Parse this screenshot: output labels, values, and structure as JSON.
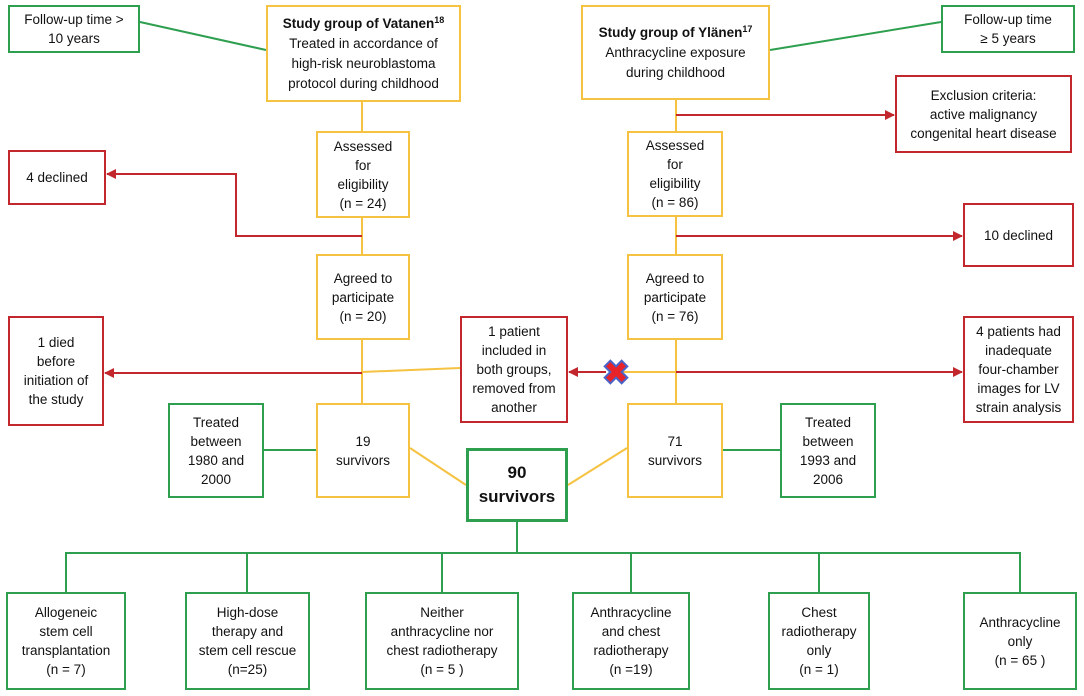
{
  "diagram": {
    "follow_up_left": {
      "lines": [
        "Follow-up time >",
        "10 years"
      ]
    },
    "vatanen": {
      "title": "Study group of Vatanen",
      "ref": "18",
      "lines": [
        "Treated in accordance of",
        "high-risk neuroblastoma",
        "protocol during childhood"
      ]
    },
    "ylanen": {
      "title": "Study group of Ylänen",
      "ref": "17",
      "lines": [
        "Anthracycline exposure",
        "during childhood"
      ]
    },
    "follow_up_right": {
      "lines": [
        "Follow-up time",
        "≥ 5 years"
      ]
    },
    "exclusion": {
      "lines": [
        "Exclusion criteria:",
        "active malignancy",
        "congenital heart disease"
      ]
    },
    "left_assessed": {
      "lines": [
        "Assessed",
        "for",
        "eligibility",
        "(n = 24)"
      ]
    },
    "right_assessed": {
      "lines": [
        "Assessed",
        "for",
        "eligibility",
        "(n = 86)"
      ]
    },
    "left_declined": {
      "lines": [
        "4 declined"
      ]
    },
    "right_declined": {
      "lines": [
        "10 declined"
      ]
    },
    "left_agreed": {
      "lines": [
        "Agreed to",
        "participate",
        "(n = 20)"
      ]
    },
    "right_agreed": {
      "lines": [
        "Agreed to",
        "participate",
        "(n = 76)"
      ]
    },
    "died": {
      "lines": [
        "1 died",
        "before",
        "initiation of",
        "the study"
      ]
    },
    "duplicate": {
      "lines": [
        "1 patient",
        "included in",
        "both groups,",
        "removed from",
        "another"
      ]
    },
    "inadequate": {
      "lines": [
        "4 patients had",
        "inadequate",
        "four-chamber",
        "images for LV",
        "strain analysis"
      ]
    },
    "left_treated": {
      "lines": [
        "Treated",
        "between",
        "1980 and",
        "2000"
      ]
    },
    "right_treated": {
      "lines": [
        "Treated",
        "between",
        "1993 and",
        "2006"
      ]
    },
    "left_survivors": {
      "lines": [
        "19",
        "survivors"
      ]
    },
    "right_survivors": {
      "lines": [
        "71",
        "survivors"
      ]
    },
    "total": {
      "lines": [
        "90",
        "survivors"
      ]
    },
    "groups": [
      {
        "lines": [
          "Allogeneic",
          "stem cell",
          "transplantation",
          "(n = 7)"
        ]
      },
      {
        "lines": [
          "High-dose",
          "therapy and",
          "stem cell rescue",
          "(n=25)"
        ]
      },
      {
        "lines": [
          "Neither",
          "anthracycline nor",
          "chest radiotherapy",
          "(n = 5 )"
        ]
      },
      {
        "lines": [
          "Anthracycline",
          "and chest",
          "radiotherapy",
          "(n =19)"
        ]
      },
      {
        "lines": [
          "Chest",
          "radiotherapy",
          "only",
          "(n = 1)"
        ]
      },
      {
        "lines": [
          "Anthracycline",
          "only",
          "(n = 65 )"
        ]
      }
    ]
  },
  "icons": {
    "removal_marker": "cross-mark-icon"
  },
  "colors": {
    "study": "#f5c242",
    "context": "#2e9f4f",
    "exclusion": "#c1272d",
    "marker_fill": "#e8232a",
    "marker_outline": "#4a64c8"
  }
}
